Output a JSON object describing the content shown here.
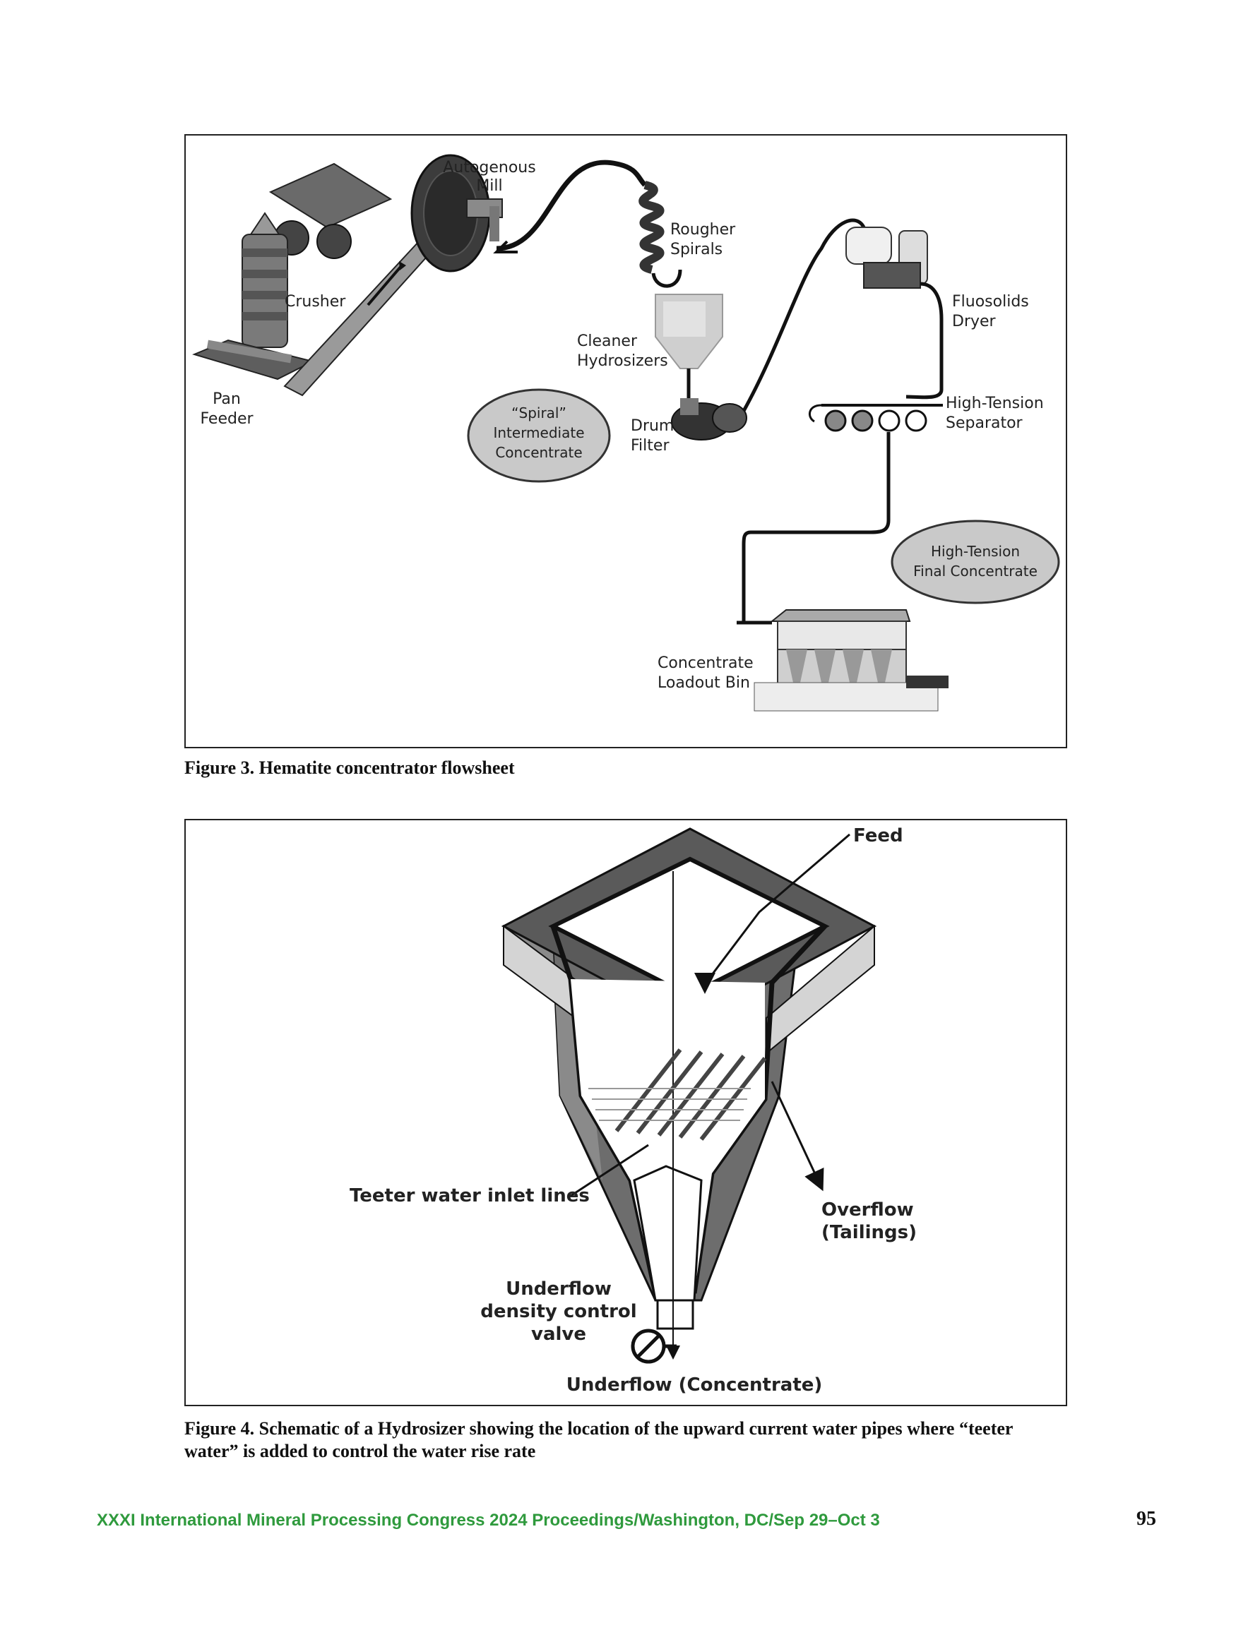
{
  "figure3": {
    "labels": {
      "autogenous_mill_line1": "Autogenous",
      "autogenous_mill_line2": "Mill",
      "rougher_spirals_line1": "Rougher",
      "rougher_spirals_line2": "Spirals",
      "crusher": "Crusher",
      "fluosolids_dryer_line1": "Fluosolids",
      "fluosolids_dryer_line2": "Dryer",
      "cleaner_hydrosizers_line1": "Cleaner",
      "cleaner_hydrosizers_line2": "Hydrosizers",
      "pan_feeder_line1": "Pan",
      "pan_feeder_line2": "Feeder",
      "spiral_concentrate_line1": "“Spiral”",
      "spiral_concentrate_line2": "Intermediate",
      "spiral_concentrate_line3": "Concentrate",
      "drum_filter_line1": "Drum",
      "drum_filter_line2": "Filter",
      "high_tension_separator_line1": "High-Tension",
      "high_tension_separator_line2": "Separator",
      "ht_final_concentrate_line1": "High-Tension",
      "ht_final_concentrate_line2": "Final Concentrate",
      "loadout_bin_line1": "Concentrate",
      "loadout_bin_line2": "Loadout Bin"
    },
    "caption": "Figure 3. Hematite concentrator flowsheet"
  },
  "figure4": {
    "labels": {
      "feed": "Feed",
      "teeter_water": "Teeter water inlet lines",
      "overflow_line1": "Overflow",
      "overflow_line2": "(Tailings)",
      "underflow_valve_line1": "Underflow",
      "underflow_valve_line2": "density control",
      "underflow_valve_line3": "valve",
      "underflow_concentrate": "Underflow (Concentrate)"
    },
    "caption": "Figure 4. Schematic of a Hydrosizer showing the location of the upward current water pipes where “teeter water” is added to control the water rise rate"
  },
  "footer": {
    "proceedings": "XXXI International Mineral Processing Congress 2024 Proceedings/Washington, DC/Sep 29–Oct 3",
    "page_number": "95"
  }
}
